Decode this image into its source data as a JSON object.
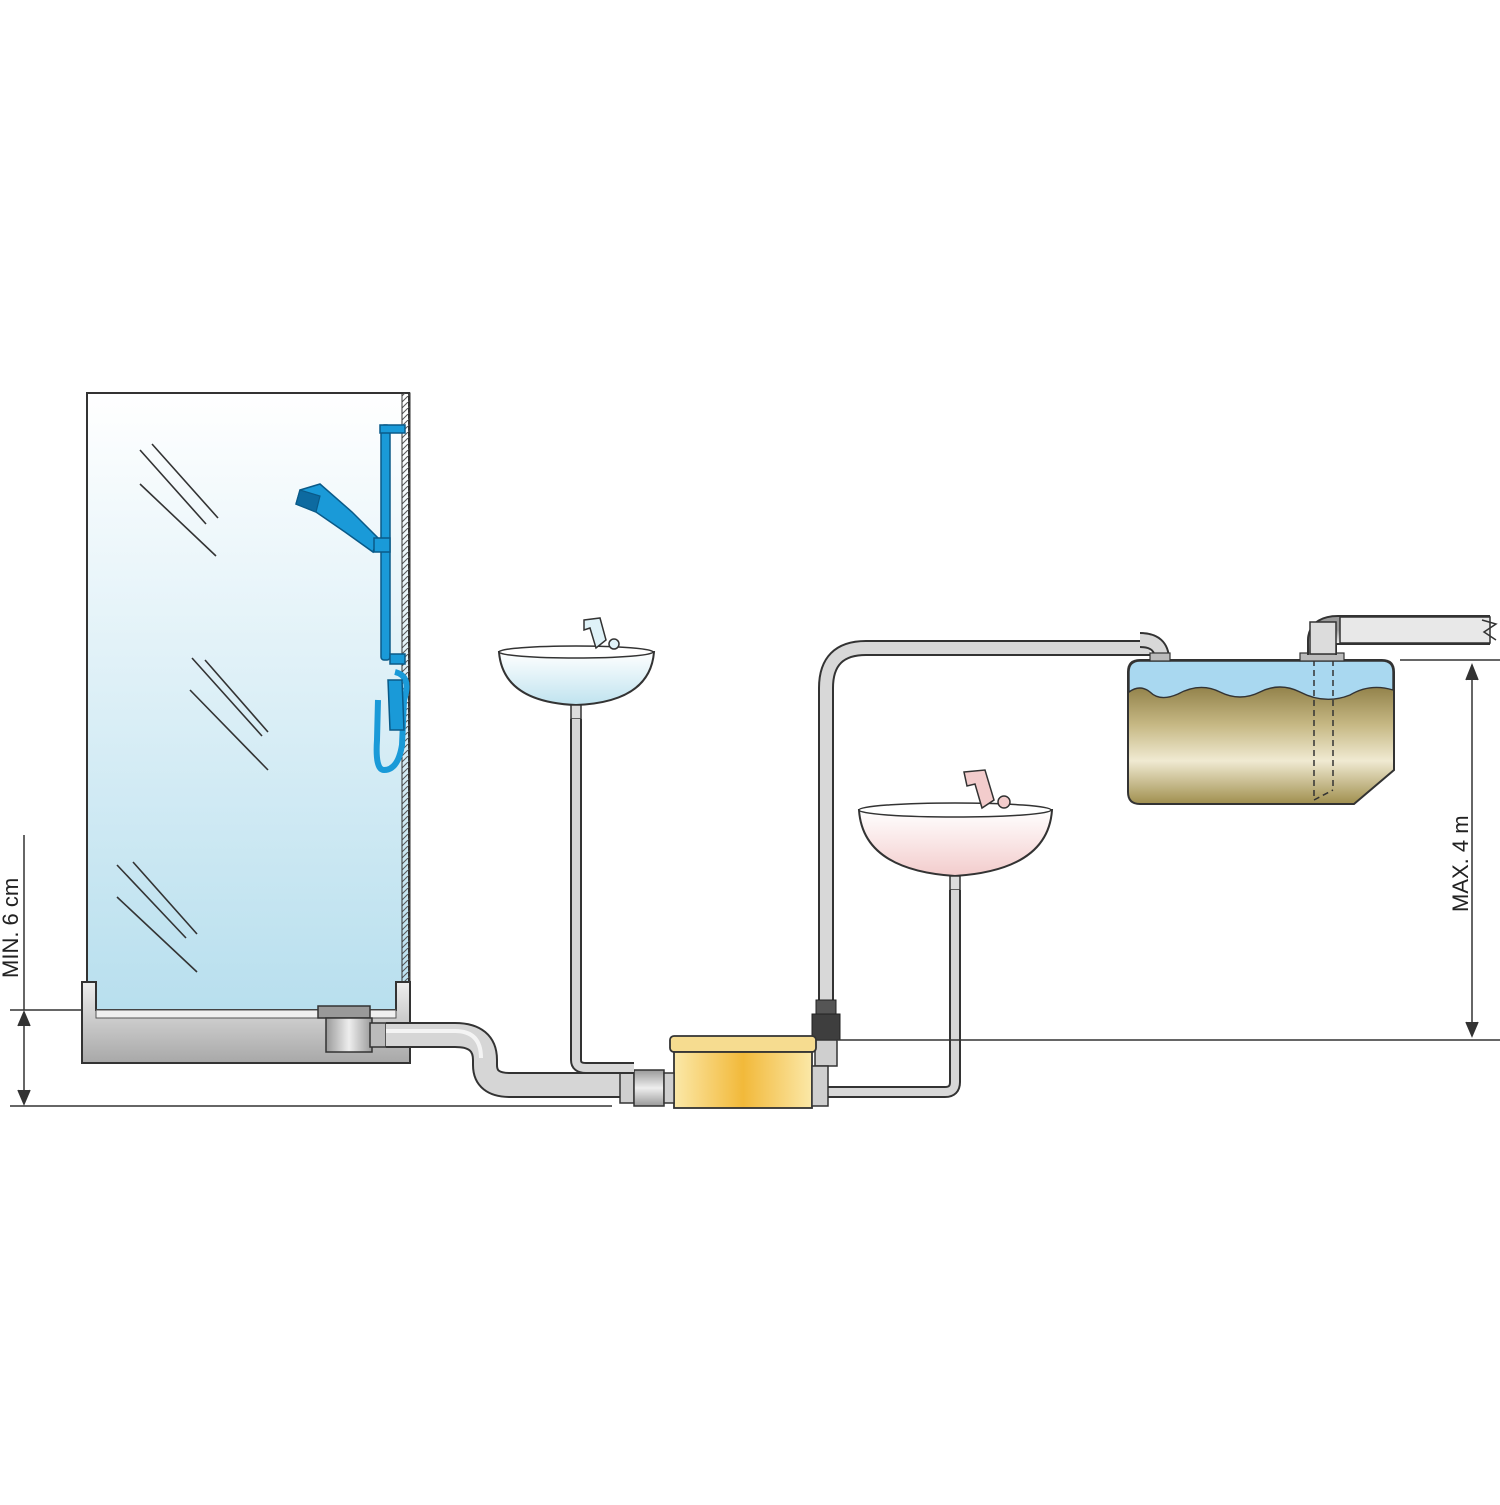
{
  "diagram": {
    "labels": {
      "min_height": "MIN. 6 cm",
      "max_height": "MAX. 4 m"
    },
    "components": [
      "shower-cabin",
      "shower-head",
      "shower-tray",
      "washbasin-upper",
      "washbasin-lower",
      "lifting-pump-unit",
      "discharge-pipe",
      "collection-tank",
      "vent-pipe"
    ],
    "colors": {
      "glass_top": "#ffffff",
      "glass_bottom": "#b8dfee",
      "shower_blue": "#1a9ad8",
      "pipe_gray": "#c8c8c8",
      "pump_yellow": "#f2c04a",
      "basin_blue": "#cfeaf2",
      "basin_pink": "#f7dcdc",
      "tank_liquid": "#8c7a3a",
      "tank_water": "#a9d8f0",
      "outline": "#333333"
    }
  }
}
